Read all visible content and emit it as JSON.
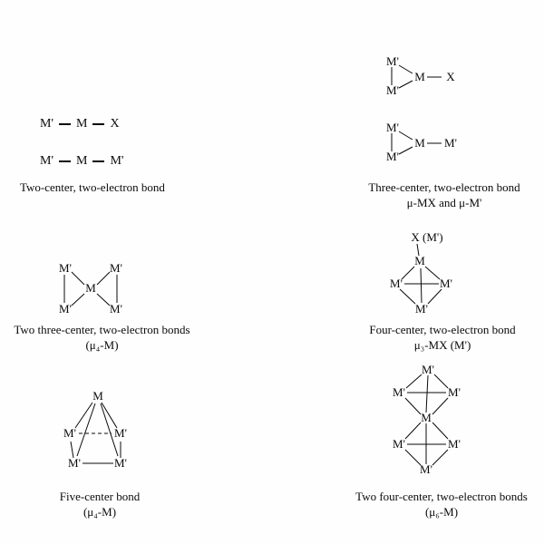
{
  "panels": {
    "two_center": {
      "row1": {
        "a": "M'",
        "b": "M",
        "c": "X"
      },
      "row2": {
        "a": "M'",
        "b": "M",
        "c": "M'"
      },
      "caption1": "Two-center, two-electron bond"
    },
    "three_center": {
      "mx": {
        "tl": "M'",
        "bl": "M'",
        "m": "M",
        "r": "X"
      },
      "mm": {
        "tl": "M'",
        "bl": "M'",
        "m": "M",
        "r": "M'"
      },
      "caption1": "Three-center, two-electron bond",
      "caption2": "μ-MX and μ-M'"
    },
    "two_three_center": {
      "ul": "M'",
      "ll": "M'",
      "m": "M",
      "ur": "M'",
      "lr": "M'",
      "caption1": "Two three-center, two-electron bonds",
      "caption2": "(μ₄-M)"
    },
    "four_center": {
      "top": "X (M')",
      "m": "M",
      "left": "M'",
      "right": "M'",
      "bottom": "M'",
      "caption1": "Four-center, two-electron bond",
      "caption2": "μ₃-MX (M')"
    },
    "five_center": {
      "apex": "M",
      "ml": "M'",
      "mr": "M'",
      "bl": "M'",
      "br": "M'",
      "caption1": "Five-center bond",
      "caption2": "(μ₄-M)"
    },
    "two_four_center": {
      "top": "M'",
      "ul": "M'",
      "ur": "M'",
      "m": "M",
      "ll": "M'",
      "lr": "M'",
      "bottom": "M'",
      "caption1": "Two four-center, two-electron bonds",
      "caption2": "(μ₆-M)"
    }
  }
}
